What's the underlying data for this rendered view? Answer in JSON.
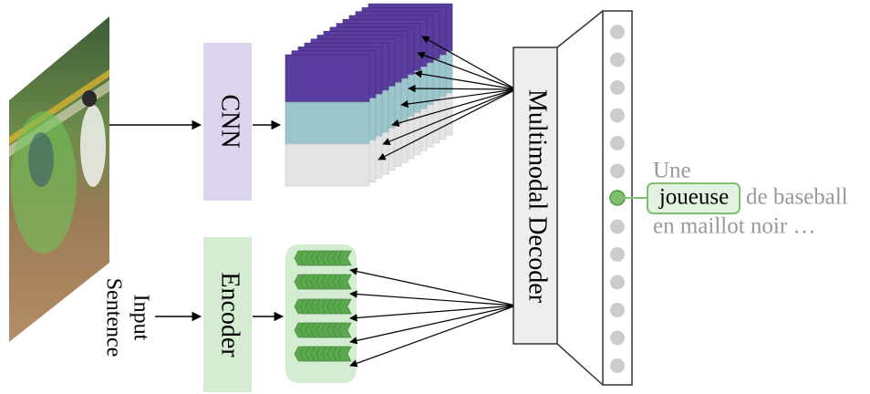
{
  "labels": {
    "cnn": "CNN",
    "encoder": "Encoder",
    "input_line1": "Input",
    "input_line2": "Sentence",
    "decoder": "Multimodal Decoder"
  },
  "output_text": {
    "word_prev": "Une",
    "word_current": "joueuse",
    "word_rest": "de baseball",
    "line3": "en maillot noir …"
  },
  "colors": {
    "cnn_box": "#dcd4ec",
    "encoder_box": "#d4ecd2",
    "feature_purple": "#5a3d9e",
    "feature_teal": "#9cc6cc",
    "feature_grey": "#e4e4e4",
    "encoder_features": "#5aa84e",
    "decoder_box": "#eeeeee",
    "decoder_nodes": "#cccccc",
    "attention_highlight": "#7fbf6f",
    "text_grey": "#999999"
  },
  "icons": {
    "photo": "baseball-photo-icon"
  }
}
